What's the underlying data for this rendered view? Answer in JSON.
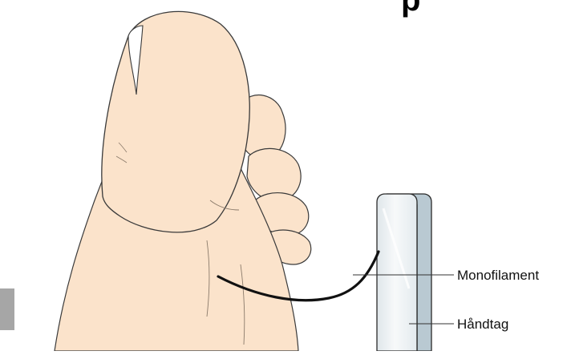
{
  "labels": {
    "monofilament": "Monofilament",
    "handle": "Håndtag"
  },
  "title_fragment": "p",
  "colors": {
    "skin": "#fbe3cb",
    "skin_outline": "#3a3a3a",
    "handle_face": "#e8eef0",
    "handle_side": "#b9c9d2",
    "filament": "#111111",
    "side_tab": "#a6a6a6"
  }
}
